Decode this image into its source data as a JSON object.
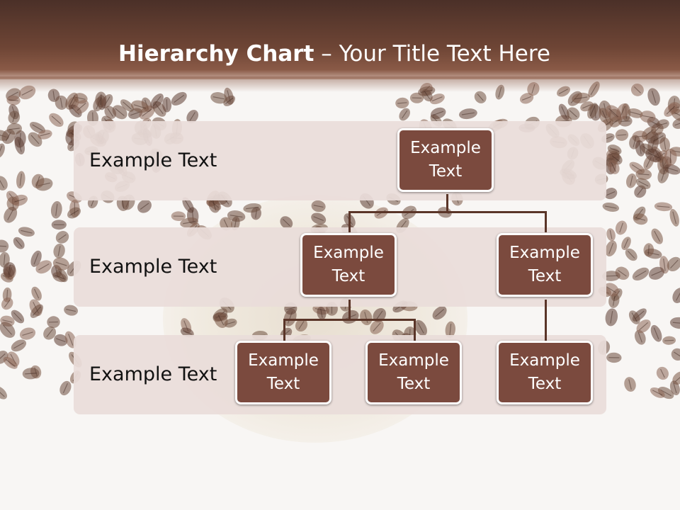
{
  "slide": {
    "title_bold": "Hierarchy Chart",
    "title_rest": " – Your Title Text Here"
  },
  "rows": [
    {
      "label": "Example Text"
    },
    {
      "label": "Example Text"
    },
    {
      "label": "Example Text"
    }
  ],
  "nodes": {
    "root": "Example Text",
    "level2_left": "Example Text",
    "level2_right": "Example Text",
    "level3_left_a": "Example Text",
    "level3_left_b": "Example Text",
    "level3_right": "Example Text"
  },
  "colors": {
    "title_bar": "#6e4535",
    "node_fill": "#7b4a3e",
    "band_fill": "#e9ddd9",
    "connector": "#5a3528"
  }
}
